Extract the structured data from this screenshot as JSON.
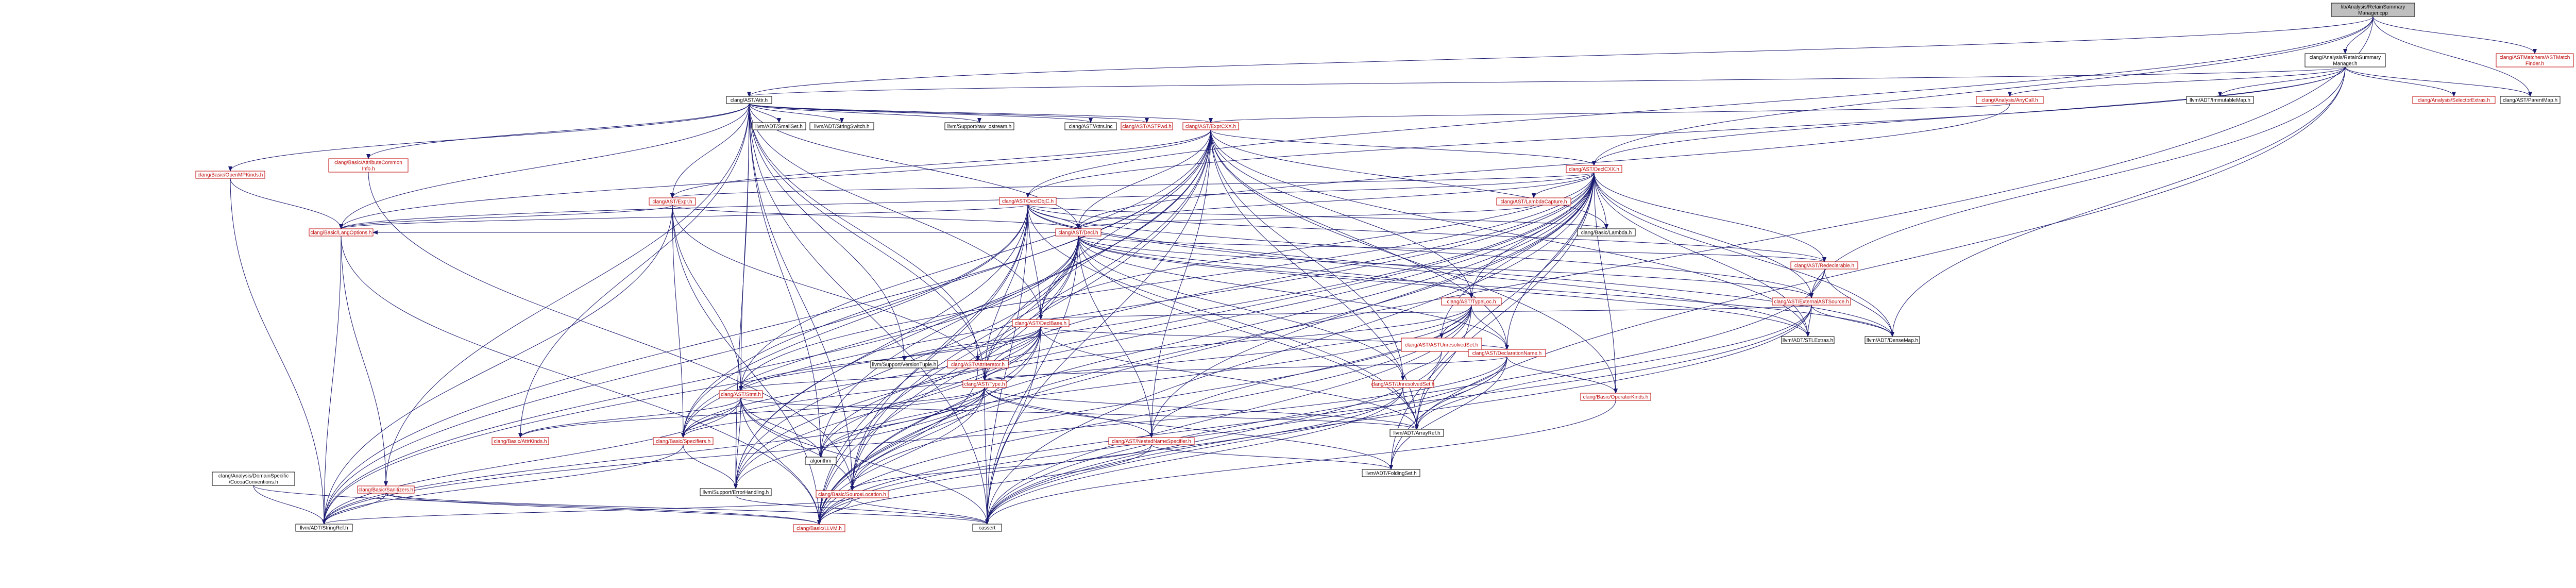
{
  "graph": {
    "colors": {
      "root_fill": "#bfbfbf",
      "node_fill": "#ffffff",
      "node_border_linked": "#bf0000",
      "node_border_plain": "#000000",
      "text_linked": "#bf0000",
      "text_plain": "#000000",
      "edge": "#191970"
    },
    "nodes": [
      {
        "id": "root",
        "lines": [
          "lib/Analysis/RetainSummary",
          "Manager.cpp"
        ],
        "kind": "root"
      },
      {
        "id": "rsm_h",
        "lines": [
          "clang/Analysis/RetainSummary",
          "Manager.h"
        ],
        "kind": "plain"
      },
      {
        "id": "astmatch",
        "lines": [
          "clang/ASTMatchers/ASTMatch",
          "Finder.h"
        ],
        "kind": "linked"
      },
      {
        "id": "attr_h",
        "lines": [
          "clang/AST/Attr.h"
        ],
        "kind": "plain"
      },
      {
        "id": "anycall",
        "lines": [
          "clang/Analysis/AnyCall.h"
        ],
        "kind": "linked"
      },
      {
        "id": "immmap",
        "lines": [
          "llvm/ADT/ImmutableMap.h"
        ],
        "kind": "plain"
      },
      {
        "id": "selextras",
        "lines": [
          "clang/Analysis/SelectorExtras.h"
        ],
        "kind": "linked"
      },
      {
        "id": "parentmap",
        "lines": [
          "clang/AST/ParentMap.h"
        ],
        "kind": "plain"
      },
      {
        "id": "smallset",
        "lines": [
          "llvm/ADT/SmallSet.h"
        ],
        "kind": "plain"
      },
      {
        "id": "stringswitch",
        "lines": [
          "llvm/ADT/StringSwitch.h"
        ],
        "kind": "plain"
      },
      {
        "id": "rawostream",
        "lines": [
          "llvm/Support/raw_ostream.h"
        ],
        "kind": "plain"
      },
      {
        "id": "attrsinc",
        "lines": [
          "clang/AST/Attrs.inc"
        ],
        "kind": "plain"
      },
      {
        "id": "astfwd",
        "lines": [
          "clang/AST/ASTFwd.h"
        ],
        "kind": "linked"
      },
      {
        "id": "exprcxx",
        "lines": [
          "clang/AST/ExprCXX.h"
        ],
        "kind": "linked"
      },
      {
        "id": "attrcommon",
        "lines": [
          "clang/Basic/AttributeCommon",
          "Info.h"
        ],
        "kind": "linked"
      },
      {
        "id": "openmpkinds",
        "lines": [
          "clang/Basic/OpenMPKinds.h"
        ],
        "kind": "linked"
      },
      {
        "id": "declcxx",
        "lines": [
          "clang/AST/DeclCXX.h"
        ],
        "kind": "linked"
      },
      {
        "id": "expr_h",
        "lines": [
          "clang/AST/Expr.h"
        ],
        "kind": "linked"
      },
      {
        "id": "declobjc",
        "lines": [
          "clang/AST/DeclObjC.h"
        ],
        "kind": "linked"
      },
      {
        "id": "lambdacap",
        "lines": [
          "clang/AST/LambdaCapture.h"
        ],
        "kind": "linked"
      },
      {
        "id": "langopts",
        "lines": [
          "clang/Basic/LangOptions.h"
        ],
        "kind": "linked"
      },
      {
        "id": "decl_h",
        "lines": [
          "clang/AST/Decl.h"
        ],
        "kind": "linked"
      },
      {
        "id": "lambda_h",
        "lines": [
          "clang/Basic/Lambda.h"
        ],
        "kind": "plain"
      },
      {
        "id": "redecl",
        "lines": [
          "clang/AST/Redeclarable.h"
        ],
        "kind": "linked"
      },
      {
        "id": "extast",
        "lines": [
          "clang/AST/ExternalASTSource.h"
        ],
        "kind": "linked"
      },
      {
        "id": "typeloc",
        "lines": [
          "clang/AST/TypeLoc.h"
        ],
        "kind": "linked"
      },
      {
        "id": "declbase",
        "lines": [
          "clang/AST/DeclBase.h"
        ],
        "kind": "linked"
      },
      {
        "id": "stlextras",
        "lines": [
          "llvm/ADT/STLExtras.h"
        ],
        "kind": "plain"
      },
      {
        "id": "densemap",
        "lines": [
          "llvm/ADT/DenseMap.h"
        ],
        "kind": "plain"
      },
      {
        "id": "unresset",
        "lines": [
          "clang/AST/ASTUnresolvedSet.h"
        ],
        "kind": "linked"
      },
      {
        "id": "declname",
        "lines": [
          "clang/AST/DeclarationName.h"
        ],
        "kind": "linked"
      },
      {
        "id": "versiontuple",
        "lines": [
          "llvm/Support/VersionTuple.h"
        ],
        "kind": "plain"
      },
      {
        "id": "attriter",
        "lines": [
          "clang/AST/AttrIterator.h"
        ],
        "kind": "linked"
      },
      {
        "id": "unresolvedset",
        "lines": [
          "clang/AST/UnresolvedSet.h"
        ],
        "kind": "linked"
      },
      {
        "id": "type_h",
        "lines": [
          "clang/AST/Type.h"
        ],
        "kind": "linked"
      },
      {
        "id": "stmt_h",
        "lines": [
          "clang/AST/Stmt.h"
        ],
        "kind": "linked"
      },
      {
        "id": "opkinds",
        "lines": [
          "clang/Basic/OperatorKinds.h"
        ],
        "kind": "linked"
      },
      {
        "id": "arrayref",
        "lines": [
          "llvm/ADT/ArrayRef.h"
        ],
        "kind": "plain"
      },
      {
        "id": "nestedname",
        "lines": [
          "clang/AST/NestedNameSpecifier.h"
        ],
        "kind": "linked"
      },
      {
        "id": "attrkinds",
        "lines": [
          "clang/Basic/AttrKinds.h"
        ],
        "kind": "linked"
      },
      {
        "id": "specifiers",
        "lines": [
          "clang/Basic/Specifiers.h"
        ],
        "kind": "linked"
      },
      {
        "id": "algorithm",
        "lines": [
          "algorithm"
        ],
        "kind": "plain"
      },
      {
        "id": "foldingset",
        "lines": [
          "llvm/ADT/FoldingSet.h"
        ],
        "kind": "plain"
      },
      {
        "id": "domainspec",
        "lines": [
          "clang/Analysis/DomainSpecific",
          "/CocoaConventions.h"
        ],
        "kind": "plain"
      },
      {
        "id": "sanitizers",
        "lines": [
          "clang/Basic/Sanitizers.h"
        ],
        "kind": "linked"
      },
      {
        "id": "errhandling",
        "lines": [
          "llvm/Support/ErrorHandling.h"
        ],
        "kind": "plain"
      },
      {
        "id": "srcloc",
        "lines": [
          "clang/Basic/SourceLocation.h"
        ],
        "kind": "linked"
      },
      {
        "id": "stringref",
        "lines": [
          "llvm/ADT/StringRef.h"
        ],
        "kind": "plain"
      },
      {
        "id": "basicllvm",
        "lines": [
          "clang/Basic/LLVM.h"
        ],
        "kind": "linked"
      },
      {
        "id": "cassert",
        "lines": [
          "cassert"
        ],
        "kind": "plain"
      }
    ],
    "edges": [
      [
        "root",
        "rsm_h"
      ],
      [
        "root",
        "astmatch"
      ],
      [
        "root",
        "attr_h"
      ],
      [
        "root",
        "parentmap"
      ],
      [
        "root",
        "declcxx"
      ],
      [
        "root",
        "declobjc"
      ],
      [
        "root",
        "basicllvm"
      ],
      [
        "rsm_h",
        "attr_h"
      ],
      [
        "rsm_h",
        "anycall"
      ],
      [
        "rsm_h",
        "immmap"
      ],
      [
        "rsm_h",
        "selextras"
      ],
      [
        "rsm_h",
        "parentmap"
      ],
      [
        "rsm_h",
        "declcxx"
      ],
      [
        "rsm_h",
        "declobjc"
      ],
      [
        "rsm_h",
        "densemap"
      ],
      [
        "rsm_h",
        "foldingset"
      ],
      [
        "rsm_h",
        "extast"
      ],
      [
        "anycall",
        "decl_h"
      ],
      [
        "anycall",
        "exprcxx"
      ],
      [
        "attr_h",
        "smallset"
      ],
      [
        "attr_h",
        "stringswitch"
      ],
      [
        "attr_h",
        "rawostream"
      ],
      [
        "attr_h",
        "attrsinc"
      ],
      [
        "attr_h",
        "astfwd"
      ],
      [
        "attr_h",
        "exprcxx"
      ],
      [
        "attr_h",
        "attrcommon"
      ],
      [
        "attr_h",
        "openmpkinds"
      ],
      [
        "attr_h",
        "decl_h"
      ],
      [
        "attr_h",
        "expr_h"
      ],
      [
        "attr_h",
        "type_h"
      ],
      [
        "attr_h",
        "attrkinds"
      ],
      [
        "attr_h",
        "langopts"
      ],
      [
        "attr_h",
        "sanitizers"
      ],
      [
        "attr_h",
        "srcloc"
      ],
      [
        "attr_h",
        "versiontuple"
      ],
      [
        "attr_h",
        "errhandling"
      ],
      [
        "attr_h",
        "algorithm"
      ],
      [
        "attr_h",
        "cassert"
      ],
      [
        "attr_h",
        "attriter"
      ],
      [
        "attr_h",
        "declbase"
      ],
      [
        "attr_h",
        "stmt_h"
      ],
      [
        "exprcxx",
        "declcxx"
      ],
      [
        "exprcxx",
        "expr_h"
      ],
      [
        "exprcxx",
        "decl_h"
      ],
      [
        "exprcxx",
        "declbase"
      ],
      [
        "exprcxx",
        "declname"
      ],
      [
        "exprcxx",
        "nestedname"
      ],
      [
        "exprcxx",
        "type_h"
      ],
      [
        "exprcxx",
        "stmt_h"
      ],
      [
        "exprcxx",
        "unresolvedset"
      ],
      [
        "exprcxx",
        "langopts"
      ],
      [
        "exprcxx",
        "lambda_h"
      ],
      [
        "exprcxx",
        "opkinds"
      ],
      [
        "exprcxx",
        "specifiers"
      ],
      [
        "exprcxx",
        "srcloc"
      ],
      [
        "exprcxx",
        "basicllvm"
      ],
      [
        "exprcxx",
        "arrayref"
      ],
      [
        "exprcxx",
        "stringref"
      ],
      [
        "exprcxx",
        "cassert"
      ],
      [
        "exprcxx",
        "errhandling"
      ],
      [
        "exprcxx",
        "stlextras"
      ],
      [
        "exprcxx",
        "algorithm"
      ],
      [
        "exprcxx",
        "typeloc"
      ],
      [
        "attrcommon",
        "srcloc"
      ],
      [
        "openmpkinds",
        "langopts"
      ],
      [
        "openmpkinds",
        "stringref"
      ],
      [
        "declcxx",
        "decl_h"
      ],
      [
        "declcxx",
        "expr_h"
      ],
      [
        "declcxx",
        "lambdacap"
      ],
      [
        "declcxx",
        "lambda_h"
      ],
      [
        "declcxx",
        "redecl"
      ],
      [
        "declcxx",
        "extast"
      ],
      [
        "declcxx",
        "declbase"
      ],
      [
        "declcxx",
        "typeloc"
      ],
      [
        "declcxx",
        "unresset"
      ],
      [
        "declcxx",
        "declname"
      ],
      [
        "declcxx",
        "nestedname"
      ],
      [
        "declcxx",
        "type_h"
      ],
      [
        "declcxx",
        "langopts"
      ],
      [
        "declcxx",
        "opkinds"
      ],
      [
        "declcxx",
        "specifiers"
      ],
      [
        "declcxx",
        "srcloc"
      ],
      [
        "declcxx",
        "basicllvm"
      ],
      [
        "declcxx",
        "arrayref"
      ],
      [
        "declcxx",
        "densemap"
      ],
      [
        "declcxx",
        "stlextras"
      ],
      [
        "declcxx",
        "cassert"
      ],
      [
        "declcxx",
        "errhandling"
      ],
      [
        "declcxx",
        "foldingset"
      ],
      [
        "declcxx",
        "stringref"
      ],
      [
        "declcxx",
        "algorithm"
      ],
      [
        "declcxx",
        "stmt_h"
      ],
      [
        "expr_h",
        "decl_h"
      ],
      [
        "expr_h",
        "langopts"
      ],
      [
        "expr_h",
        "stmt_h"
      ],
      [
        "expr_h",
        "type_h"
      ],
      [
        "expr_h",
        "specifiers"
      ],
      [
        "expr_h",
        "basicllvm"
      ],
      [
        "expr_h",
        "stringref"
      ],
      [
        "declobjc",
        "decl_h"
      ],
      [
        "declobjc",
        "declbase"
      ],
      [
        "declobjc",
        "extast"
      ],
      [
        "declobjc",
        "redecl"
      ],
      [
        "declobjc",
        "type_h"
      ],
      [
        "declobjc",
        "langopts"
      ],
      [
        "declobjc",
        "specifiers"
      ],
      [
        "declobjc",
        "srcloc"
      ],
      [
        "declobjc",
        "basicllvm"
      ],
      [
        "declobjc",
        "arrayref"
      ],
      [
        "declobjc",
        "densemap"
      ],
      [
        "declobjc",
        "stlextras"
      ],
      [
        "declobjc",
        "cassert"
      ],
      [
        "declobjc",
        "stringref"
      ],
      [
        "declobjc",
        "errhandling"
      ],
      [
        "declobjc",
        "lambda_h"
      ],
      [
        "lambdacap",
        "decl_h"
      ],
      [
        "langopts",
        "sanitizers"
      ],
      [
        "langopts",
        "stringref"
      ],
      [
        "langopts",
        "basicllvm"
      ],
      [
        "decl_h",
        "redecl"
      ],
      [
        "decl_h",
        "extast"
      ],
      [
        "decl_h",
        "declbase"
      ],
      [
        "decl_h",
        "declname"
      ],
      [
        "decl_h",
        "nestedname"
      ],
      [
        "decl_h",
        "type_h"
      ],
      [
        "decl_h",
        "specifiers"
      ],
      [
        "decl_h",
        "srcloc"
      ],
      [
        "decl_h",
        "basicllvm"
      ],
      [
        "decl_h",
        "arrayref"
      ],
      [
        "decl_h",
        "stlextras"
      ],
      [
        "decl_h",
        "stringref"
      ],
      [
        "decl_h",
        "cassert"
      ],
      [
        "decl_h",
        "densemap"
      ],
      [
        "decl_h",
        "unresolvedset"
      ],
      [
        "decl_h",
        "errhandling"
      ],
      [
        "decl_h",
        "typeloc"
      ],
      [
        "decl_h",
        "langopts"
      ],
      [
        "redecl",
        "extast"
      ],
      [
        "redecl",
        "densemap"
      ],
      [
        "redecl",
        "cassert"
      ],
      [
        "extast",
        "declbase"
      ],
      [
        "extast",
        "stlextras"
      ],
      [
        "extast",
        "densemap"
      ],
      [
        "extast",
        "basicllvm"
      ],
      [
        "extast",
        "cassert"
      ],
      [
        "extast",
        "arrayref"
      ],
      [
        "typeloc",
        "declname"
      ],
      [
        "typeloc",
        "nestedname"
      ],
      [
        "typeloc",
        "type_h"
      ],
      [
        "typeloc",
        "specifiers"
      ],
      [
        "typeloc",
        "srcloc"
      ],
      [
        "typeloc",
        "basicllvm"
      ],
      [
        "typeloc",
        "cassert"
      ],
      [
        "typeloc",
        "arrayref"
      ],
      [
        "typeloc",
        "unresset"
      ],
      [
        "typeloc",
        "algorithm"
      ],
      [
        "declbase",
        "declname"
      ],
      [
        "declbase",
        "attriter"
      ],
      [
        "declbase",
        "versiontuple"
      ],
      [
        "declbase",
        "specifiers"
      ],
      [
        "declbase",
        "srcloc"
      ],
      [
        "declbase",
        "basicllvm"
      ],
      [
        "declbase",
        "arrayref"
      ],
      [
        "declbase",
        "cassert"
      ],
      [
        "declbase",
        "type_h"
      ],
      [
        "declbase",
        "errhandling"
      ],
      [
        "declbase",
        "algorithm"
      ],
      [
        "declbase",
        "stmt_h"
      ],
      [
        "unresset",
        "unresolvedset"
      ],
      [
        "unresset",
        "declname"
      ],
      [
        "unresset",
        "cassert"
      ],
      [
        "declname",
        "type_h"
      ],
      [
        "declname",
        "opkinds"
      ],
      [
        "declname",
        "basicllvm"
      ],
      [
        "declname",
        "foldingset"
      ],
      [
        "declname",
        "cassert"
      ],
      [
        "declname",
        "stringref"
      ],
      [
        "declname",
        "arrayref"
      ],
      [
        "attriter",
        "stmt_h"
      ],
      [
        "attriter",
        "basicllvm"
      ],
      [
        "unresolvedset",
        "arrayref"
      ],
      [
        "unresolvedset",
        "basicllvm"
      ],
      [
        "unresolvedset",
        "cassert"
      ],
      [
        "type_h",
        "nestedname"
      ],
      [
        "type_h",
        "specifiers"
      ],
      [
        "type_h",
        "srcloc"
      ],
      [
        "type_h",
        "basicllvm"
      ],
      [
        "type_h",
        "arrayref"
      ],
      [
        "type_h",
        "foldingset"
      ],
      [
        "type_h",
        "stringref"
      ],
      [
        "type_h",
        "cassert"
      ],
      [
        "type_h",
        "errhandling"
      ],
      [
        "type_h",
        "attrkinds"
      ],
      [
        "type_h",
        "algorithm"
      ],
      [
        "stmt_h",
        "arrayref"
      ],
      [
        "stmt_h",
        "specifiers"
      ],
      [
        "stmt_h",
        "srcloc"
      ],
      [
        "stmt_h",
        "basicllvm"
      ],
      [
        "stmt_h",
        "attrkinds"
      ],
      [
        "stmt_h",
        "errhandling"
      ],
      [
        "stmt_h",
        "stringref"
      ],
      [
        "stmt_h",
        "cassert"
      ],
      [
        "stmt_h",
        "algorithm"
      ],
      [
        "nestedname",
        "srcloc"
      ],
      [
        "nestedname",
        "basicllvm"
      ],
      [
        "nestedname",
        "foldingset"
      ],
      [
        "specifiers",
        "stringref"
      ],
      [
        "specifiers",
        "errhandling"
      ],
      [
        "sanitizers",
        "stringref"
      ],
      [
        "sanitizers",
        "basicllvm"
      ],
      [
        "sanitizers",
        "cassert"
      ],
      [
        "domainspec",
        "stringref"
      ],
      [
        "domainspec",
        "basicllvm"
      ],
      [
        "srcloc",
        "basicllvm"
      ],
      [
        "srcloc",
        "cassert"
      ],
      [
        "srcloc",
        "stringref"
      ],
      [
        "errhandling",
        "cassert"
      ],
      [
        "opkinds",
        "cassert"
      ]
    ]
  }
}
